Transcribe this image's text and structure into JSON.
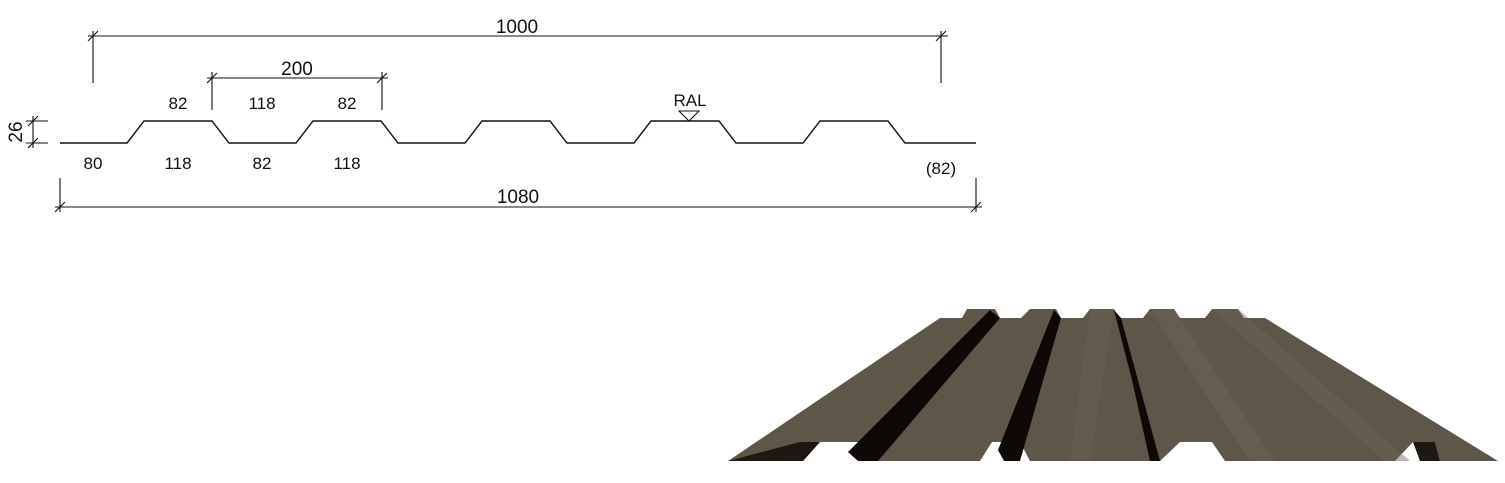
{
  "drawing": {
    "overall_width_label": "1000",
    "total_width_label": "1080",
    "pitch_label": "200",
    "height_label": "26",
    "ral_label": "RAL",
    "top_labels": {
      "crest_left": "82",
      "valley": "118",
      "crest_right": "82"
    },
    "bottom_labels": {
      "edge_left": "80",
      "crest_1": "118",
      "valley_1": "82",
      "crest_2": "118",
      "edge_right": "(82)"
    }
  },
  "render": {
    "sheet_color": "#5e5649",
    "shadow_color": "#0e0806",
    "highlight_color": "#6c6456"
  }
}
